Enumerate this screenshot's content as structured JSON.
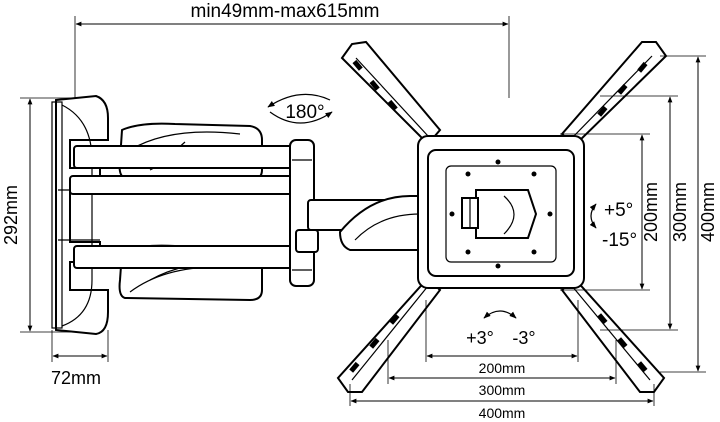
{
  "dimensions": {
    "extension": "min49mm-max615mm",
    "swivel": "180°",
    "wall_plate_height": "292mm",
    "wall_plate_depth": "72mm",
    "tilt_up": "+5°",
    "tilt_down": "-15°",
    "rotate_left": "+3°",
    "rotate_right": "-3°",
    "vesa_200_h": "200mm",
    "vesa_300_h": "300mm",
    "vesa_400_h": "400mm",
    "vesa_200_w": "200mm",
    "vesa_300_w": "300mm",
    "vesa_400_w": "400mm"
  }
}
